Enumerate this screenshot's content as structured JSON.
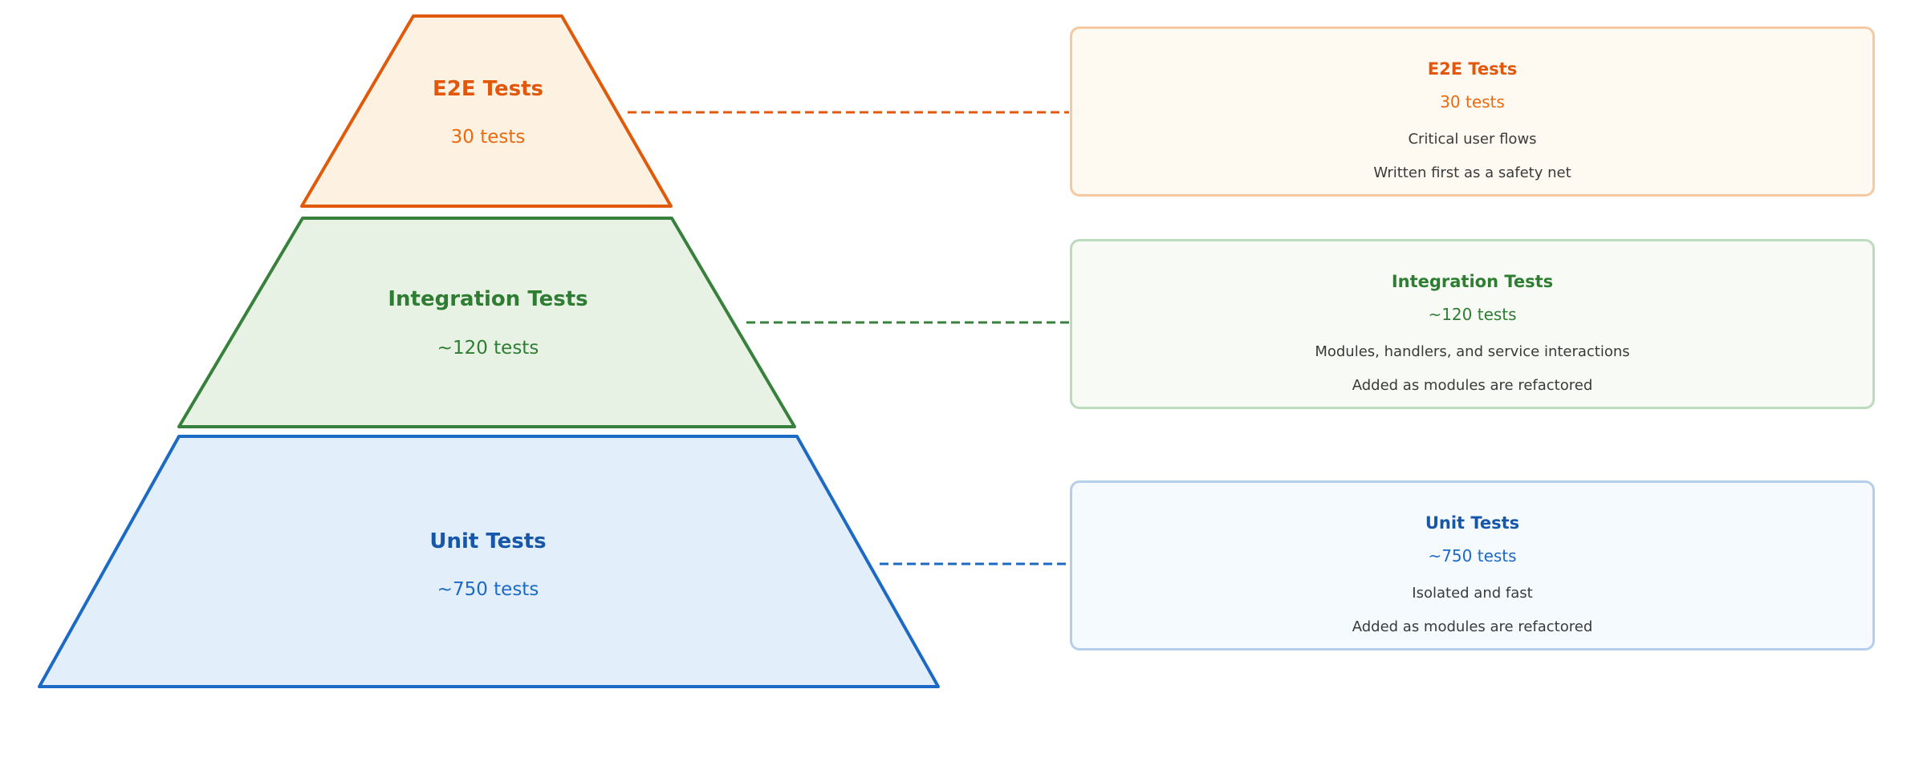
{
  "pyramid": {
    "levels": [
      {
        "name": "E2E Tests",
        "count": "30 tests",
        "title_color": "#E3570A",
        "count_color": "#E96A10",
        "stroke_color": "#E05A0C",
        "fill_color": "#FDF2E1"
      },
      {
        "name": "Integration Tests",
        "count": "~120 tests",
        "title_color": "#2E7D32",
        "count_color": "#2E7D32",
        "stroke_color": "#38813C",
        "fill_color": "#E7F2E5"
      },
      {
        "name": "Unit Tests",
        "count": "~750 tests",
        "title_color": "#1757A9",
        "count_color": "#1D6AC4",
        "stroke_color": "#1D6AC4",
        "fill_color": "#E2EEFA"
      }
    ]
  },
  "cards": [
    {
      "title": "E2E Tests",
      "count": "30 tests",
      "details": [
        "Critical user flows",
        "Written first as a safety net"
      ],
      "bg_color": "#FFFAF1",
      "border_color": "#F5C9A2"
    },
    {
      "title": "Integration Tests",
      "count": "~120 tests",
      "details": [
        "Modules, handlers, and service interactions",
        "Added as modules are refactored"
      ],
      "bg_color": "#F7FAF5",
      "border_color": "#BDDABD"
    },
    {
      "title": "Unit Tests",
      "count": "~750 tests",
      "details": [
        "Isolated and fast",
        "Added as modules are refactored"
      ],
      "bg_color": "#F4FAFE",
      "border_color": "#B4CEEC"
    }
  ]
}
